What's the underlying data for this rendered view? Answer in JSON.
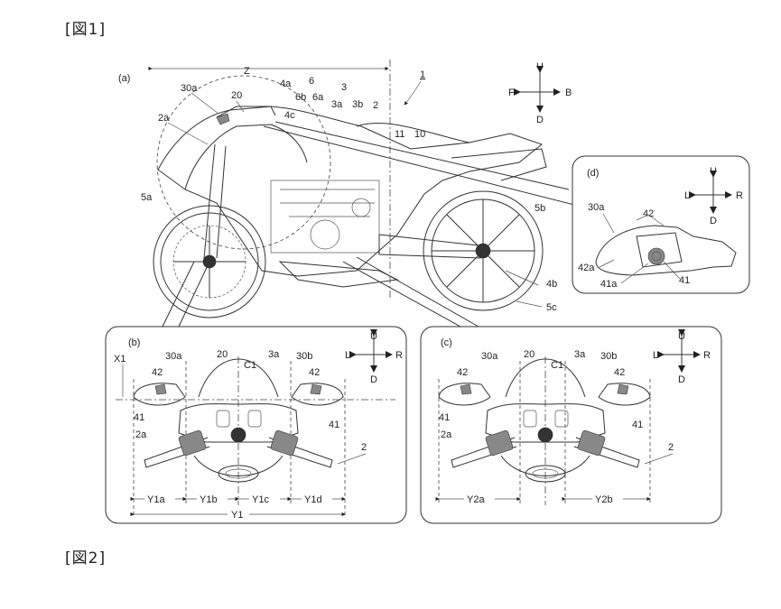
{
  "figure": {
    "title_1": "[図1]",
    "title_2": "[図2]"
  },
  "main_view": {
    "label": "(a)",
    "ref_1": "1",
    "dim_z": "Z",
    "parts": {
      "p30a": "30a",
      "p20": "20",
      "p4a": "4a",
      "p6": "6",
      "p6b": "6b",
      "p6a": "6a",
      "p3": "3",
      "p3a": "3a",
      "p3b": "3b",
      "p2": "2",
      "p4c": "4c",
      "p2a": "2a",
      "p11": "11",
      "p10": "10",
      "p5a": "5a",
      "p5b": "5b",
      "p4b": "4b",
      "p5c": "5c"
    },
    "compass": {
      "up": "U",
      "down": "D",
      "front": "F",
      "back": "B"
    }
  },
  "panel_b": {
    "label": "(b)",
    "parts": {
      "x1": "X1",
      "p30a": "30a",
      "p20": "20",
      "p3a": "3a",
      "p30b": "30b",
      "c1": "C1",
      "p42_left": "42",
      "p42_right": "42",
      "p41_left": "41",
      "p41_right": "41",
      "p2a": "2a",
      "p2": "2"
    },
    "dims": {
      "y1a": "Y1a",
      "y1b": "Y1b",
      "y1c": "Y1c",
      "y1d": "Y1d",
      "y1": "Y1"
    },
    "compass": {
      "up": "U",
      "down": "D",
      "left": "L",
      "right": "R"
    }
  },
  "panel_c": {
    "label": "(c)",
    "parts": {
      "p30a": "30a",
      "p20": "20",
      "p3a": "3a",
      "p30b": "30b",
      "c1": "C1",
      "p42_left": "42",
      "p42_right": "42",
      "p41_left": "41",
      "p41_right": "41",
      "p2a": "2a",
      "p2": "2"
    },
    "dims": {
      "y2a": "Y2a",
      "y2b": "Y2b"
    },
    "compass": {
      "up": "U",
      "down": "D",
      "left": "L",
      "right": "R"
    }
  },
  "panel_d": {
    "label": "(d)",
    "parts": {
      "p30a": "30a",
      "p42": "42",
      "p42a": "42a",
      "p41a": "41a",
      "p41": "41"
    },
    "compass": {
      "up": "U",
      "down": "D",
      "left": "L",
      "right": "R"
    }
  }
}
